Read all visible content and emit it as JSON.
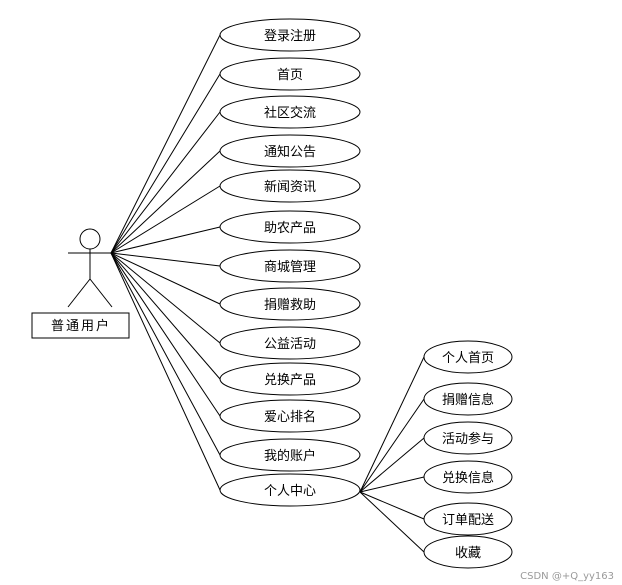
{
  "actor": {
    "label": "普通用户"
  },
  "use_cases": [
    "登录注册",
    "首页",
    "社区交流",
    "通知公告",
    "新闻资讯",
    "助农产品",
    "商城管理",
    "捐赠救助",
    "公益活动",
    "兑换产品",
    "爱心排名",
    "我的账户",
    "个人中心"
  ],
  "sub_use_cases": [
    "个人首页",
    "捐赠信息",
    "活动参与",
    "兑换信息",
    "订单配送",
    "收藏"
  ],
  "watermark": "CSDN @+Q_yy163"
}
